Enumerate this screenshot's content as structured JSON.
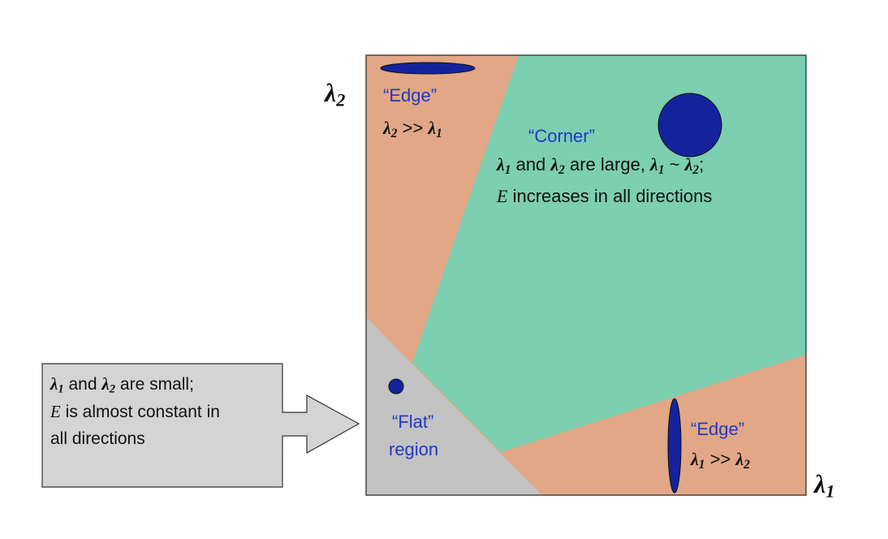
{
  "colors": {
    "corner_region": "#7ccfb0",
    "edge_region": "#e2a786",
    "flat_region": "#c3c3c3",
    "ellipse_fill": "#14239c",
    "label_blue": "#1f39c4",
    "callout_fill": "#d4d4d4"
  },
  "axes": {
    "x_symbol": "λ",
    "x_sub": "1",
    "y_symbol": "λ",
    "y_sub": "2"
  },
  "regions": {
    "edge_top": {
      "title": "“Edge”",
      "cond_sym_a": "λ",
      "cond_sub_a": "2",
      "cond_op": " >> ",
      "cond_sym_b": "λ",
      "cond_sub_b": "1"
    },
    "corner": {
      "title": "“Corner”",
      "line1_sym_a": "λ",
      "line1_sub_a": "1",
      "line1_and": " and ",
      "line1_sym_b": "λ",
      "line1_sub_b": "2",
      "line1_text": " are large,  ",
      "line1_sym_c": "λ",
      "line1_sub_c": "1",
      "line1_tilde": " ~ ",
      "line1_sym_d": "λ",
      "line1_sub_d": "2",
      "line1_end": ";",
      "line2_e": "E",
      "line2_text": " increases in all directions"
    },
    "flat": {
      "title_line1": "“Flat”",
      "title_line2": "region"
    },
    "edge_bottom": {
      "title": "“Edge”",
      "cond_sym_a": "λ",
      "cond_sub_a": "1",
      "cond_op": " >> ",
      "cond_sym_b": "λ",
      "cond_sub_b": "2"
    }
  },
  "callout": {
    "line1_sym_a": "λ",
    "line1_sub_a": "1",
    "line1_and": " and ",
    "line1_sym_b": "λ",
    "line1_sub_b": "2",
    "line1_text": " are small;",
    "line2_e": "E",
    "line2_text": " is almost constant in",
    "line3_text": "all directions"
  }
}
